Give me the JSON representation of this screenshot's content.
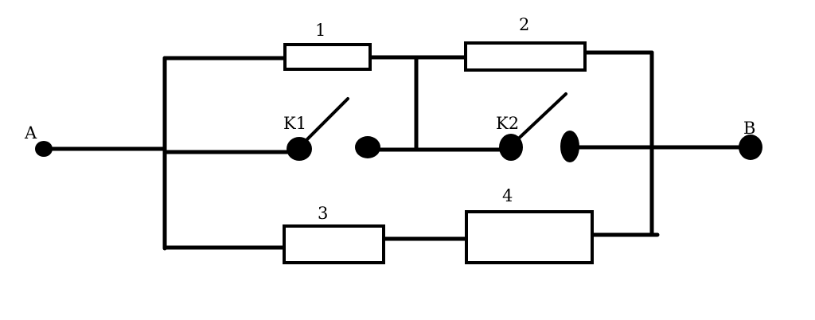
{
  "diagram": {
    "terminals": {
      "a": "A",
      "b": "B"
    },
    "resistors": {
      "r1": "1",
      "r2": "2",
      "r3": "3",
      "r4": "4"
    },
    "switches": {
      "k1": "K1",
      "k2": "K2"
    },
    "colors": {
      "ink": "#000000",
      "background": "#ffffff"
    }
  }
}
